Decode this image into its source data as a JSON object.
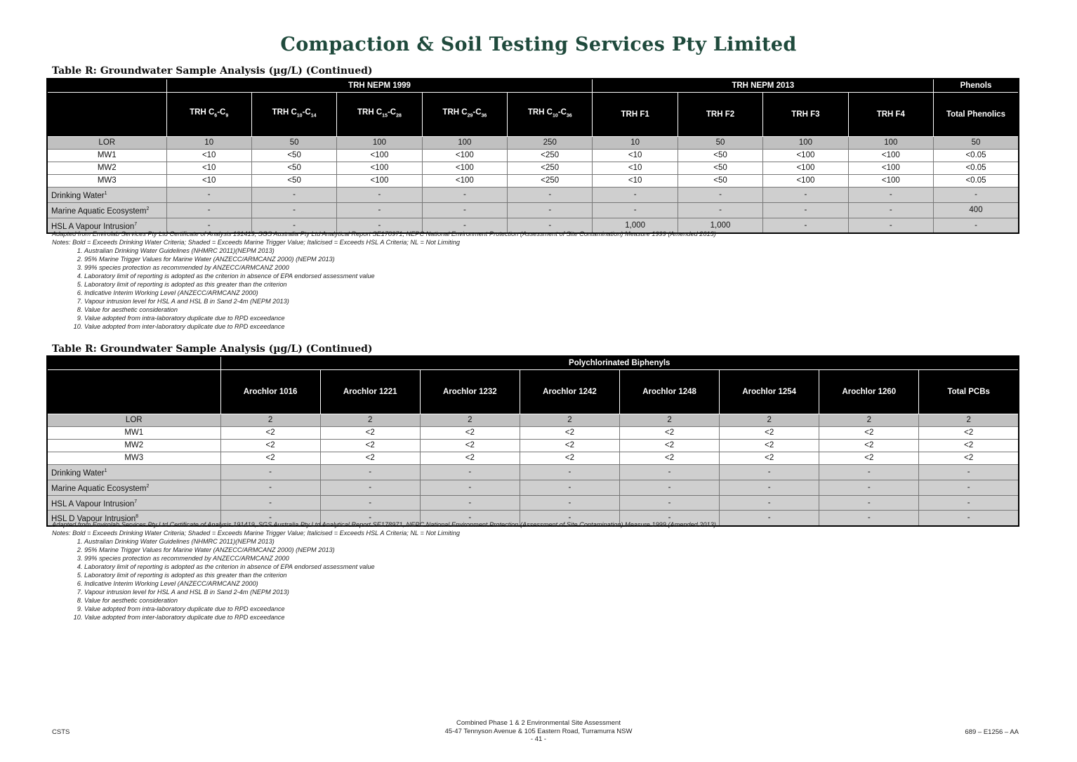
{
  "company": "Compaction & Soil Testing Services Pty Limited",
  "table1": {
    "caption": "Table R: Groundwater Sample Analysis (µg/L) (Continued)",
    "groups": [
      "TRH NEPM 1999",
      "TRH NEPM 2013",
      "Phenols"
    ],
    "columns": [
      {
        "base": "TRH C",
        "s1": "6",
        "mid": "-C",
        "s2": "9"
      },
      {
        "base": "TRH C",
        "s1": "10",
        "mid": "-C",
        "s2": "14"
      },
      {
        "base": "TRH C",
        "s1": "15",
        "mid": "-C",
        "s2": "28"
      },
      {
        "base": "TRH C",
        "s1": "29",
        "mid": "-C",
        "s2": "36"
      },
      {
        "base": "TRH C",
        "s1": "10",
        "mid": "-C",
        "s2": "36"
      },
      {
        "base": "TRH F1"
      },
      {
        "base": "TRH F2"
      },
      {
        "base": "TRH F3"
      },
      {
        "base": "TRH F4"
      },
      {
        "base": "Total Phenolics"
      }
    ],
    "rows": [
      {
        "label": "LOR",
        "cls": "lor",
        "values": [
          "10",
          "50",
          "100",
          "100",
          "250",
          "10",
          "50",
          "100",
          "100",
          "50"
        ]
      },
      {
        "label": "MW1",
        "cls": "mw",
        "values": [
          "<10",
          "<50",
          "<100",
          "<100",
          "<250",
          "<10",
          "<50",
          "<100",
          "<100",
          "<0.05"
        ]
      },
      {
        "label": "MW2",
        "cls": "mw",
        "values": [
          "<10",
          "<50",
          "<100",
          "<100",
          "<250",
          "<10",
          "<50",
          "<100",
          "<100",
          "<0.05"
        ]
      },
      {
        "label": "MW3",
        "cls": "mw",
        "values": [
          "<10",
          "<50",
          "<100",
          "<100",
          "<250",
          "<10",
          "<50",
          "<100",
          "<100",
          "<0.05"
        ]
      },
      {
        "label": "Drinking Water",
        "sup": "1",
        "cls": "crit",
        "values": [
          "-",
          "-",
          "-",
          "-",
          "-",
          "-",
          "-",
          "-",
          "-",
          "-"
        ]
      },
      {
        "label": "Marine Aquatic Ecosystem",
        "sup": "2",
        "cls": "crit",
        "values": [
          "-",
          "-",
          "-",
          "-",
          "-",
          "-",
          "-",
          "-",
          "-",
          "400"
        ]
      },
      {
        "label": "HSL A Vapour Intrusion",
        "sup": "7",
        "cls": "crit",
        "values": [
          "-",
          "-",
          "-",
          "-",
          "-",
          "1,000",
          "1,000",
          "-",
          "-",
          "-"
        ]
      }
    ]
  },
  "table2": {
    "caption": "Table R: Groundwater Sample Analysis (µg/L) (Continued)",
    "groups": [
      "Polychlorinated Biphenyls"
    ],
    "columns": [
      {
        "base": "Arochlor 1016"
      },
      {
        "base": "Arochlor 1221"
      },
      {
        "base": "Arochlor 1232"
      },
      {
        "base": "Arochlor 1242"
      },
      {
        "base": "Arochlor 1248"
      },
      {
        "base": "Arochlor 1254"
      },
      {
        "base": "Arochlor 1260"
      },
      {
        "base": "Total PCBs"
      }
    ],
    "rows": [
      {
        "label": "LOR",
        "cls": "lor",
        "values": [
          "2",
          "2",
          "2",
          "2",
          "2",
          "2",
          "2",
          "2"
        ]
      },
      {
        "label": "MW1",
        "cls": "mw",
        "values": [
          "<2",
          "<2",
          "<2",
          "<2",
          "<2",
          "<2",
          "<2",
          "<2"
        ]
      },
      {
        "label": "MW2",
        "cls": "mw",
        "values": [
          "<2",
          "<2",
          "<2",
          "<2",
          "<2",
          "<2",
          "<2",
          "<2"
        ]
      },
      {
        "label": "MW3",
        "cls": "mw",
        "values": [
          "<2",
          "<2",
          "<2",
          "<2",
          "<2",
          "<2",
          "<2",
          "<2"
        ]
      },
      {
        "label": "Drinking Water",
        "sup": "1",
        "cls": "crit",
        "values": [
          "-",
          "-",
          "-",
          "-",
          "-",
          "-",
          "-",
          "-"
        ]
      },
      {
        "label": "Marine Aquatic Ecosystem",
        "sup": "2",
        "cls": "crit",
        "values": [
          "-",
          "-",
          "-",
          "-",
          "-",
          "-",
          "-",
          "-"
        ]
      },
      {
        "label": "HSL A Vapour Intrusion",
        "sup": "7",
        "cls": "crit",
        "values": [
          "-",
          "-",
          "-",
          "-",
          "-",
          "-",
          "-",
          "-"
        ]
      },
      {
        "label": "HSL D Vapour Intrusion",
        "sup": "8",
        "cls": "crit",
        "values": [
          "-",
          "-",
          "-",
          "-",
          "-",
          "-",
          "-",
          "-"
        ]
      }
    ]
  },
  "notes": {
    "adapted": "Adapted from Envirolab Services Pty Ltd Certificate of Analysis 191419, SGS Australia Pty Ltd Analytical Report SE178971, NEPC National Environment Protection (Assessment of Site Contamination) Measure 1999 (Amended 2013)",
    "legend": "Notes: Bold = Exceeds Drinking Water Criteria; Shaded = Exceeds Marine Trigger Value; Italicised = Exceeds HSL A Criteria; NL = Not Limiting",
    "items": [
      "Australian Drinking Water Guidelines (NHMRC 2011)(NEPM 2013)",
      "95% Marine Trigger Values for Marine Water (ANZECC/ARMCANZ 2000) (NEPM 2013)",
      "99% species protection as recommended by ANZECC/ARMCANZ 2000",
      "Laboratory limit of reporting is adopted as the criterion in absence of EPA endorsed assessment value",
      "Laboratory limit of reporting is adopted as this greater than the criterion",
      "Indicative Interim Working Level (ANZECC/ARMCANZ 2000)",
      "Vapour intrusion level for HSL A and HSL B in Sand  2-4m (NEPM 2013)",
      "Value for aesthetic consideration",
      "Value adopted from intra-laboratory duplicate due to RPD exceedance",
      "Value adopted from inter-laboratory duplicate due to RPD exceedance"
    ]
  },
  "footer": {
    "left": "CSTS",
    "center": [
      "Combined Phase 1 & 2 Environmental Site Assessment",
      "45-47 Tennyson Avenue & 105 Eastern Road, Turramurra NSW",
      "- 41 -"
    ],
    "right": "689 – E1256 – AA"
  }
}
